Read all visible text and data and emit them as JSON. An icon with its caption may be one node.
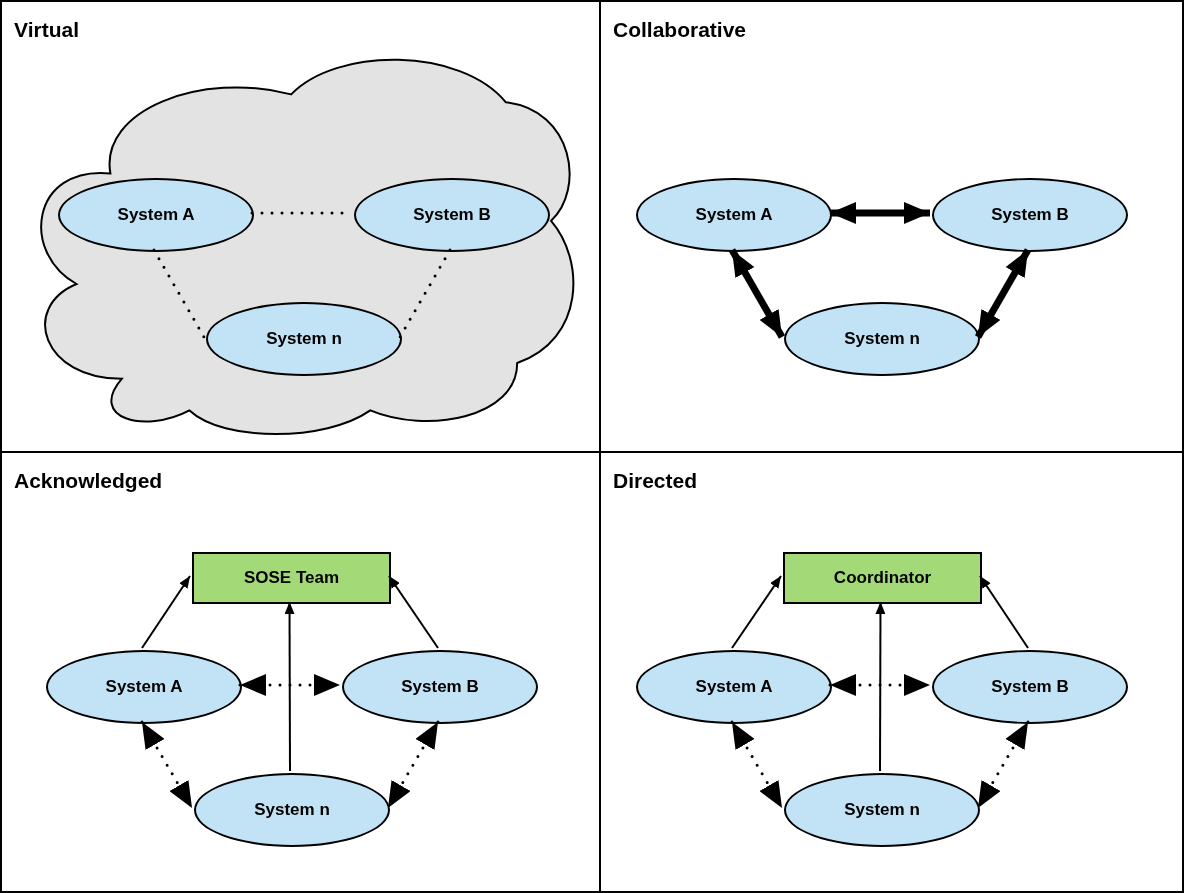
{
  "diagram": {
    "nodes": [
      {
        "text": [
          "Virtual"
        ]
      },
      {
        "text": [],
        "shape": "cloud",
        "in": 0
      },
      {
        "text": [
          "System A"
        ],
        "in": 1
      },
      {
        "text": [
          "System B"
        ],
        "in": 1
      },
      {
        "text": [
          "System n"
        ],
        "in": 1
      },
      {
        "text": [
          "Collaborative"
        ]
      },
      {
        "text": [
          "System A"
        ],
        "in": 5
      },
      {
        "text": [
          "System B"
        ],
        "in": 5
      },
      {
        "text": [
          "System n"
        ],
        "in": 5
      },
      {
        "text": [
          "Acknowledged"
        ]
      },
      {
        "text": [
          "SOSE Team"
        ],
        "in": 9
      },
      {
        "text": [
          "System A"
        ],
        "in": 9
      },
      {
        "text": [
          "System B"
        ],
        "in": 9
      },
      {
        "text": [
          "System n"
        ],
        "in": 9
      },
      {
        "text": [
          "Directed"
        ]
      },
      {
        "text": [
          "Coordinator"
        ],
        "in": 14
      },
      {
        "text": [
          "System A"
        ],
        "in": 14
      },
      {
        "text": [
          "System B"
        ],
        "in": 14
      },
      {
        "text": [
          "System n"
        ],
        "in": 14
      }
    ],
    "edges": [
      {
        "from": 2,
        "to": 3,
        "arrow": "none",
        "style": "dashed"
      },
      {
        "from": 2,
        "to": 4,
        "arrow": "none",
        "style": "dashed"
      },
      {
        "from": 3,
        "to": 4,
        "arrow": "none",
        "style": "dashed"
      },
      {
        "from": 6,
        "to": 7,
        "arrow": "both",
        "style": "thick"
      },
      {
        "from": 6,
        "to": 8,
        "arrow": "both",
        "style": "thick"
      },
      {
        "from": 7,
        "to": 8,
        "arrow": "both",
        "style": "thick"
      },
      {
        "from": 11,
        "to": 10,
        "arrow": "to"
      },
      {
        "from": 13,
        "to": 10,
        "arrow": "to"
      },
      {
        "from": 12,
        "to": 10,
        "arrow": "to"
      },
      {
        "from": 11,
        "to": 12,
        "arrow": "both",
        "style": "dashed"
      },
      {
        "from": 11,
        "to": 13,
        "arrow": "both",
        "style": "dashed"
      },
      {
        "from": 12,
        "to": 13,
        "arrow": "both",
        "style": "dashed"
      },
      {
        "from": 16,
        "to": 15,
        "arrow": "to"
      },
      {
        "from": 18,
        "to": 15,
        "arrow": "to"
      },
      {
        "from": 17,
        "to": 15,
        "arrow": "to"
      },
      {
        "from": 16,
        "to": 17,
        "arrow": "both",
        "style": "dashed"
      },
      {
        "from": 16,
        "to": 18,
        "arrow": "both",
        "style": "dashed"
      },
      {
        "from": 17,
        "to": 18,
        "arrow": "both",
        "style": "dashed"
      }
    ]
  }
}
